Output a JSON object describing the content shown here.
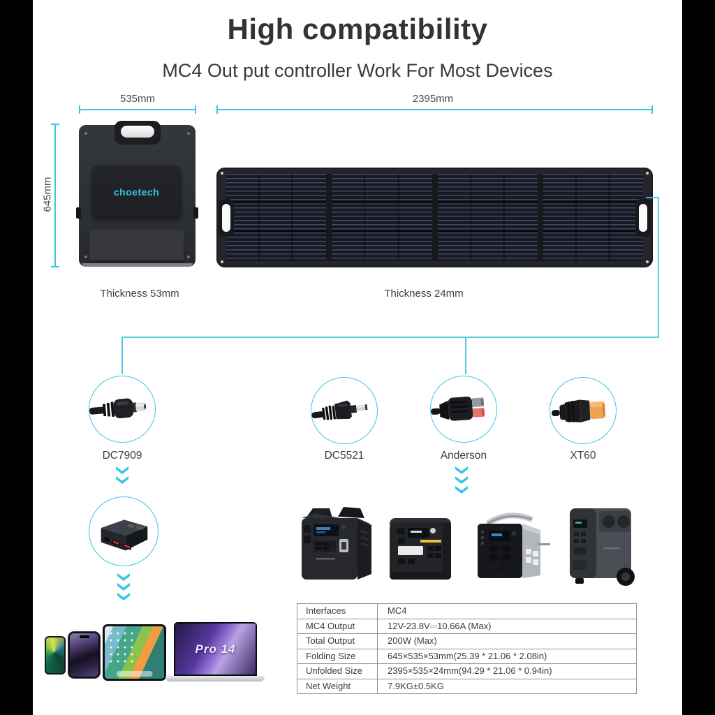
{
  "colors": {
    "accent_cyan": "#3fc4e2",
    "logo_cyan": "#35c4dc",
    "panel_dark": "#24262c",
    "title_text": "#333333"
  },
  "header": {
    "title": "High compatibility",
    "subtitle": "MC4 Out put controller Work For Most Devices"
  },
  "folded_panel": {
    "width_label": "535mm",
    "height_label": "645mm",
    "thickness_label": "Thickness 53mm",
    "brand": "choetech"
  },
  "unfolded_panel": {
    "width_label": "2395mm",
    "thickness_label": "Thickness 24mm"
  },
  "connectors": [
    {
      "label": "DC7909"
    },
    {
      "label": "DC5521"
    },
    {
      "label": "Anderson"
    },
    {
      "label": "XT60"
    }
  ],
  "devices": {
    "laptop_screen_text": "Pro 14"
  },
  "spec_table": {
    "rows": [
      {
        "label": "Interfaces",
        "value": "MC4"
      },
      {
        "label": "MC4 Output",
        "value": "12V-23.8V⎓10.66A (Max)"
      },
      {
        "label": "Total Output",
        "value": "200W (Max)"
      },
      {
        "label": "Folding Size",
        "value": "645×535×53mm(25.39 * 21.06 * 2.08in)"
      },
      {
        "label": "Unfolded Size",
        "value": "2395×535×24mm(94.29 * 21.06 * 0.94in)"
      },
      {
        "label": "Net Weight",
        "value": "7.9KG±0.5KG"
      }
    ]
  }
}
